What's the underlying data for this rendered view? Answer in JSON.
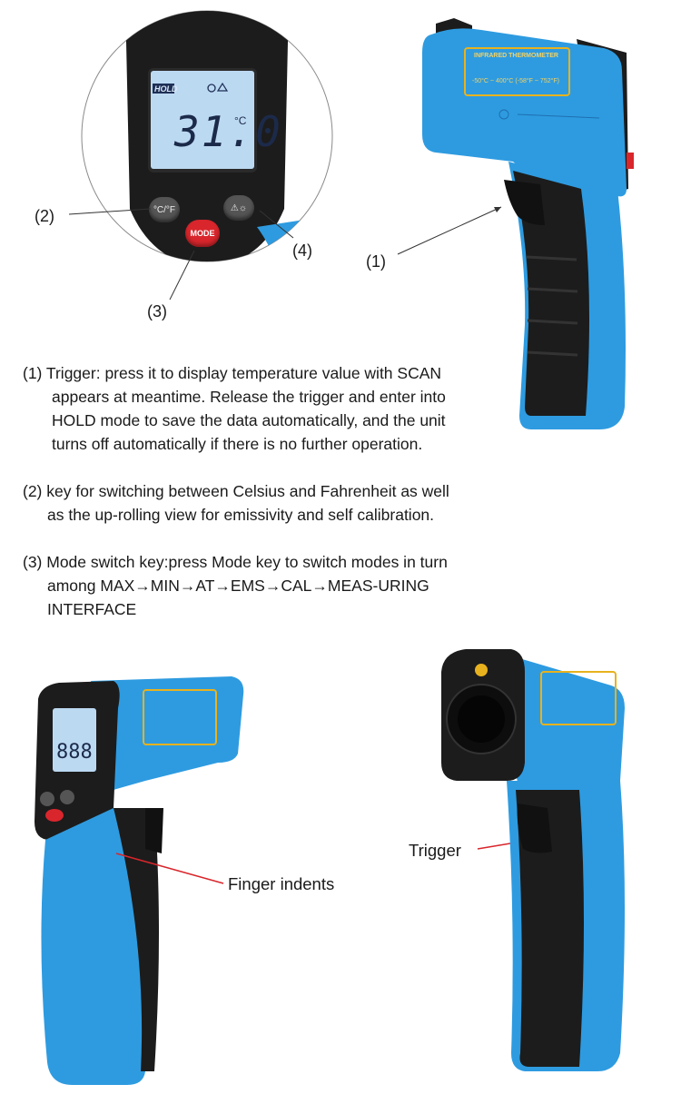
{
  "callouts": {
    "c1": "(1)",
    "c2": "(2)",
    "c3": "(3)",
    "c4": "(4)"
  },
  "display": {
    "hold": "HOLD",
    "temperature": "31.0",
    "unit": "°C",
    "btn_cf": "°C/°F",
    "btn_mode": "MODE"
  },
  "device_label": {
    "title": "INFRARED THERMOMETER",
    "range": "-50°C ~ 400°C (-58°F ~ 752°F)"
  },
  "descriptions": [
    {
      "lines": [
        "(1) Trigger: press it to display temperature value with SCAN",
        "appears at meantime. Release the trigger and enter into",
        "HOLD mode to save the data automatically, and the unit",
        "turns off automatically if there is no further operation."
      ]
    },
    {
      "lines": [
        "(2) key for switching between Celsius and Fahrenheit as well",
        "as the up-rolling view for emissivity and self calibration."
      ]
    },
    {
      "lines": [
        "(3) Mode switch key:press Mode key to switch modes in turn",
        "among MAX→MIN→AT→EMS→CAL→MEAS-URING",
        "INTERFACE"
      ]
    }
  ],
  "labels": {
    "finger_indents": "Finger indents",
    "trigger": "Trigger"
  },
  "colors": {
    "body_blue": "#2e9be0",
    "body_black": "#1c1c1c",
    "lcd": "#bcd9f2",
    "mode_red": "#d9262c",
    "label_gold": "#e8b21e"
  }
}
